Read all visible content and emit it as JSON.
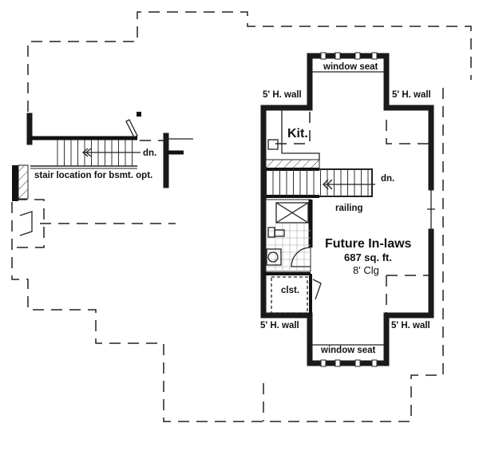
{
  "labels": {
    "window_seat_top": "window seat",
    "window_seat_bottom": "window seat",
    "wall_top_left": "5' H. wall",
    "wall_top_right": "5' H. wall",
    "wall_bottom_left": "5' H. wall",
    "wall_bottom_right": "5' H. wall",
    "kitchen": "Kit.",
    "stairs_down_main": "dn.",
    "railing": "railing",
    "room_name": "Future In-laws",
    "room_area": "687 sq. ft.",
    "ceiling": "8' Clg",
    "closet": "clst.",
    "stairs_down_left": "dn.",
    "stair_note": "stair location for bsmt. opt."
  }
}
